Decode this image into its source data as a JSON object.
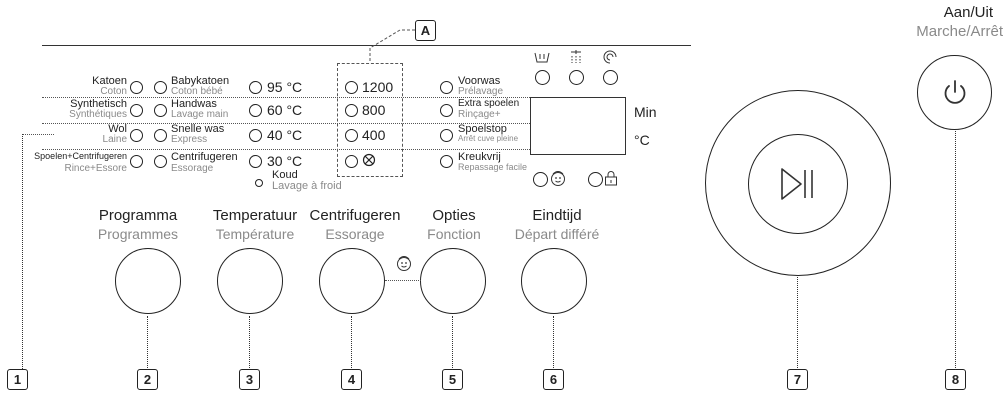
{
  "callouts": {
    "a": "A",
    "n1": "1",
    "n2": "2",
    "n3": "3",
    "n4": "4",
    "n5": "5",
    "n6": "6",
    "n7": "7",
    "n8": "8"
  },
  "power": {
    "nl": "Aan/Uit",
    "fr": "Marche/Arrêt"
  },
  "programs": [
    {
      "nl": "Katoen",
      "fr": "Coton"
    },
    {
      "nl": "Synthetisch",
      "fr": "Synthétiques"
    },
    {
      "nl": "Wol",
      "fr": "Laine"
    },
    {
      "nl": "Spoelen+Centrifugeren",
      "fr": "Rince+Essore"
    }
  ],
  "programs2": [
    {
      "nl": "Babykatoen",
      "fr": "Coton bébé"
    },
    {
      "nl": "Handwas",
      "fr": "Lavage main"
    },
    {
      "nl": "Snelle was",
      "fr": "Express"
    },
    {
      "nl": "Centrifugeren",
      "fr": "Essorage"
    }
  ],
  "temps": [
    "95 °C",
    "60 °C",
    "40 °C",
    "30 °C"
  ],
  "cold": {
    "nl": "Koud",
    "fr": "Lavage à froid"
  },
  "spins": [
    "1200",
    "800",
    "400"
  ],
  "options": [
    {
      "nl": "Voorwas",
      "fr": "Prélavage"
    },
    {
      "nl": "Extra spoelen",
      "fr": "Rinçage+"
    },
    {
      "nl": "Spoelstop",
      "fr": "Arrêt cuve pleine"
    },
    {
      "nl": "Kreukvrij",
      "fr": "Repassage facile"
    }
  ],
  "display": {
    "min": "Min",
    "deg": "°C"
  },
  "knobs": [
    {
      "nl": "Programma",
      "fr": "Programmes"
    },
    {
      "nl": "Temperatuur",
      "fr": "Température"
    },
    {
      "nl": "Centrifugeren",
      "fr": "Essorage"
    },
    {
      "nl": "Opties",
      "fr": "Fonction"
    },
    {
      "nl": "Eindtijd",
      "fr": "Départ différé"
    }
  ],
  "icons": {
    "start": "play-pause-icon",
    "power": "power-icon",
    "no_spin": "no-spin-icon",
    "child_lock": "child-lock-icon",
    "door_lock": "door-lock-icon",
    "wash_tub": "wash-tub-icon",
    "rinse": "rinse-icon",
    "spin": "spin-icon"
  }
}
